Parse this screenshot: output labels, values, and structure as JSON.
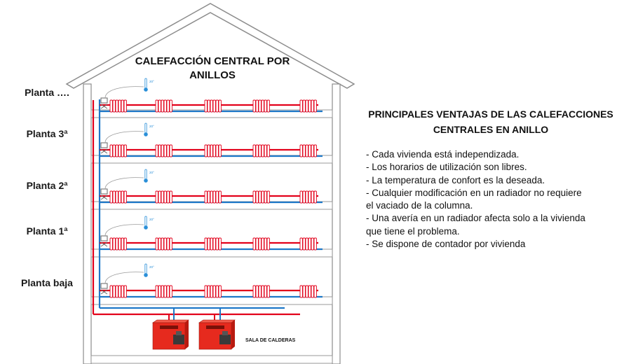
{
  "diagram": {
    "title_line1": "CALEFACCIÓN CENTRAL POR",
    "title_line2": "ANILLOS",
    "floors": [
      {
        "label": "Planta …."
      },
      {
        "label": "Planta 3ª"
      },
      {
        "label": "Planta 2ª"
      },
      {
        "label": "Planta 1ª"
      },
      {
        "label": "Planta baja"
      }
    ],
    "thermostat_reading": "20°",
    "boiler_room_label": "SALA DE CALDERAS",
    "radiators_per_floor": 5,
    "boiler_count": 2,
    "colors": {
      "supply_pipe": "#e2001a",
      "return_pipe": "#1e78c8",
      "boiler": "#e62a1e",
      "outline": "#9a9a9a",
      "thermostat": "#2a8fd8"
    }
  },
  "advantages_panel": {
    "title_line1": "PRINCIPALES VENTAJAS DE LAS CALEFACCIONES",
    "title_line2": "CENTRALES EN ANILLO",
    "items": [
      "- Cada vivienda está independizada.",
      "- Los horarios de utilización son libres.",
      "- La temperatura de confort es la deseada.",
      "- Cualquier modificación en un radiador no requiere",
      "el vaciado de la columna.",
      "- Una avería en un radiador afecta solo a la vivienda",
      "que tiene el problema.",
      "- Se dispone de contador por vivienda"
    ]
  }
}
